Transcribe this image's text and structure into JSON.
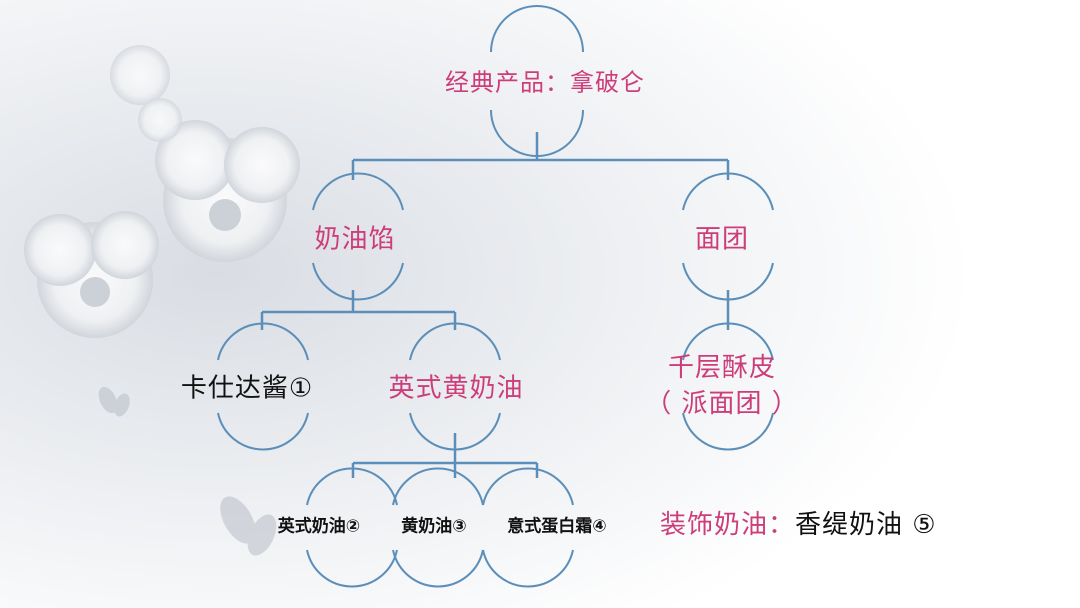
{
  "diagram": {
    "root": "经典产品：拿破仑",
    "cream_filling": "奶油馅",
    "dough": "面团",
    "custard": "卡仕达酱①",
    "english_butter": "英式黄奶油",
    "puff_pastry_line1": "千层酥皮",
    "puff_pastry_line2": "（ 派面团 ）",
    "english_buttercream": "英式奶油②",
    "yellow_butter": "黄奶油③",
    "italian_meringue": "意式蛋白霜④",
    "decoration_label": "装饰奶油：",
    "decoration_value": "香缇奶油 ⑤"
  },
  "colors": {
    "label_pink": "#cc3d7a",
    "label_dark": "#111111",
    "connector_blue": "#5b8fb9"
  }
}
